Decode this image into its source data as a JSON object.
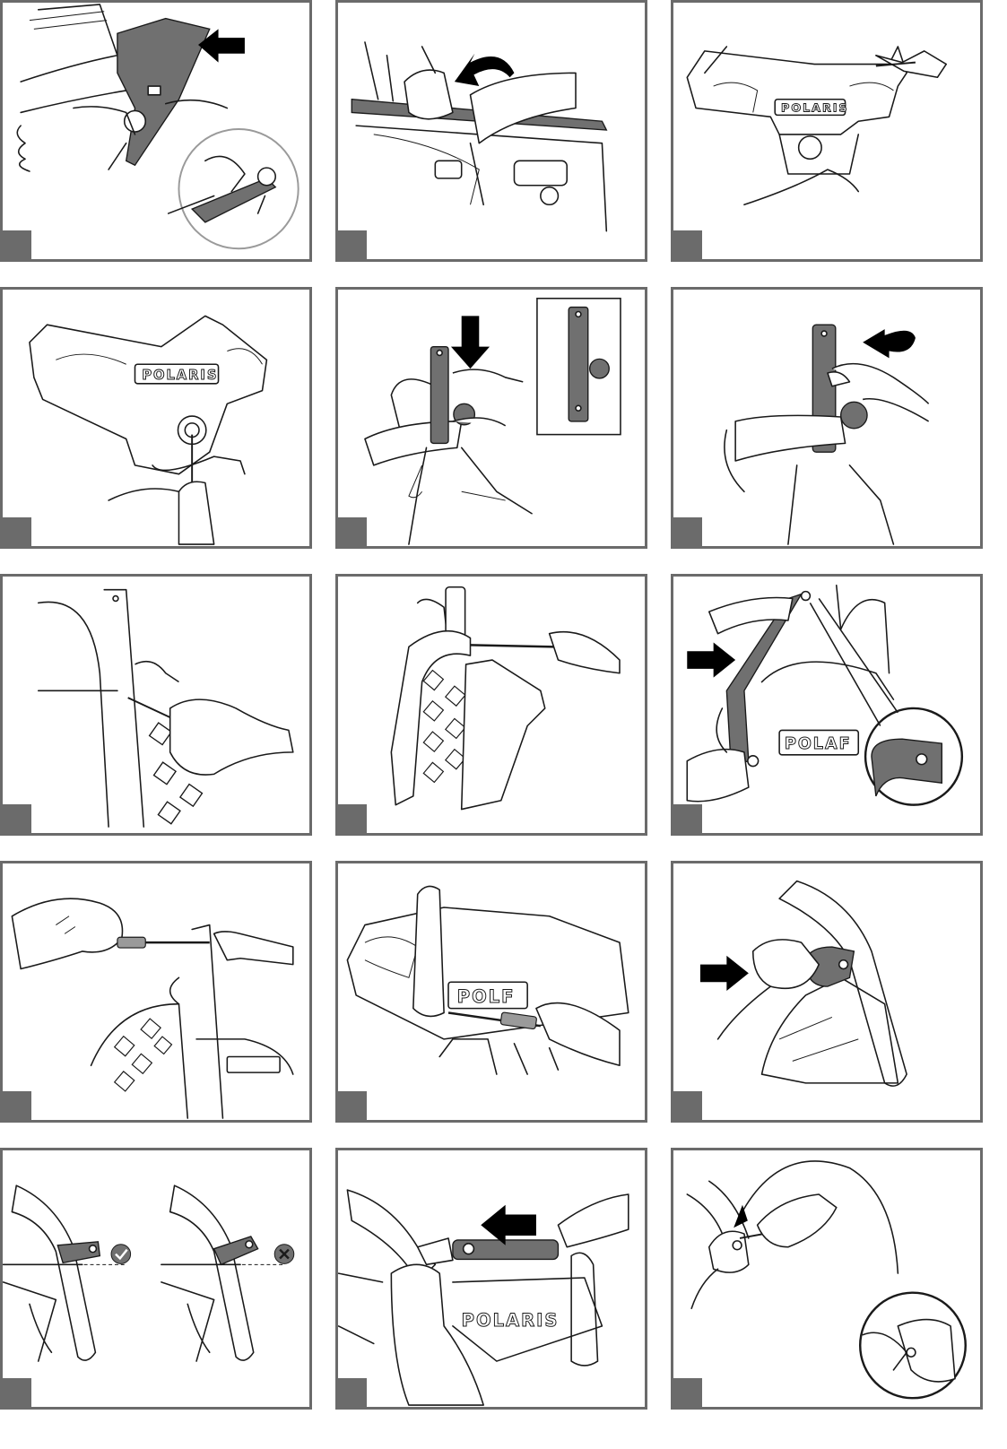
{
  "brand": {
    "logo_text": "POLARIS",
    "logo_text_partial": "POLAF",
    "logo_text_partial2": "POLF"
  },
  "colors": {
    "frame": "#6b6b6b",
    "accent_dark": "#707070",
    "line": "#1a1a1a"
  },
  "panels": [
    {
      "id": 1,
      "icons": [
        "arrow-left-icon",
        "zoom-inset-icon"
      ]
    },
    {
      "id": 2,
      "icons": [
        "curved-arrow-icon"
      ]
    },
    {
      "id": 3,
      "icons": [
        "screwdriver-icon"
      ]
    },
    {
      "id": 4,
      "icons": [
        "screwdriver-icon"
      ]
    },
    {
      "id": 5,
      "icons": [
        "arrow-down-icon",
        "detail-inset-icon"
      ]
    },
    {
      "id": 6,
      "icons": [
        "rotate-arrow-icon"
      ]
    },
    {
      "id": 7,
      "icons": [
        "screwdriver-icon"
      ]
    },
    {
      "id": 8,
      "icons": [
        "screwdriver-icon"
      ]
    },
    {
      "id": 9,
      "icons": [
        "arrow-right-icon",
        "zoom-inset-icon"
      ]
    },
    {
      "id": 10,
      "icons": [
        "screwdriver-icon"
      ]
    },
    {
      "id": 11,
      "icons": [
        "screwdriver-icon"
      ]
    },
    {
      "id": 12,
      "icons": [
        "arrow-right-icon"
      ]
    },
    {
      "id": 13,
      "icons": [
        "check-icon",
        "cross-icon"
      ]
    },
    {
      "id": 14,
      "icons": [
        "arrow-left-icon"
      ]
    },
    {
      "id": 15,
      "icons": [
        "curved-arrow-icon",
        "zoom-inset-icon"
      ]
    }
  ]
}
